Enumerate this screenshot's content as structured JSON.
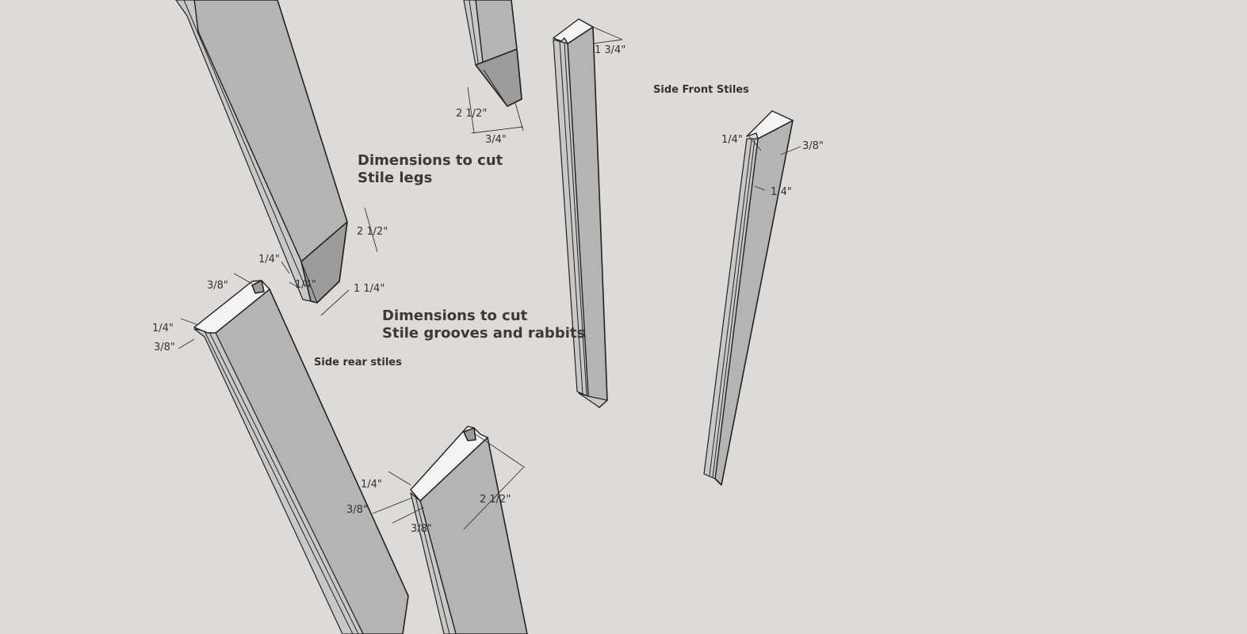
{
  "headings": {
    "legs_line1": "Dimensions to cut",
    "legs_line2": "Stile legs",
    "grooves_line1": "Dimensions to cut",
    "grooves_line2": "Stile grooves and rabbits"
  },
  "labels": {
    "side_front_stiles": "Side Front Stiles",
    "side_rear_stiles": "Side rear stiles"
  },
  "dimensions": {
    "top_leg_height": "2 1/2\"",
    "top_leg_width": "3/4\"",
    "front_stile_width": "1 3/4\"",
    "right_stile_groove": "1/4\"",
    "right_stile_rabbit": "3/8\"",
    "right_stile_depth": "1/4\"",
    "big_leg_height": "2 1/2\"",
    "big_leg_width": "1 1/4\"",
    "big_leg_groove_a": "1/4\"",
    "big_leg_groove_b": "1/4\"",
    "rear_rabbit_top": "3/8\"",
    "rear_groove_left": "1/4\"",
    "rear_rabbit_left": "3/8\"",
    "bottom_groove": "1/4\"",
    "bottom_rabbit_a": "3/8\"",
    "bottom_rabbit_b": "3/8\"",
    "bottom_width": "2 1/2\""
  }
}
